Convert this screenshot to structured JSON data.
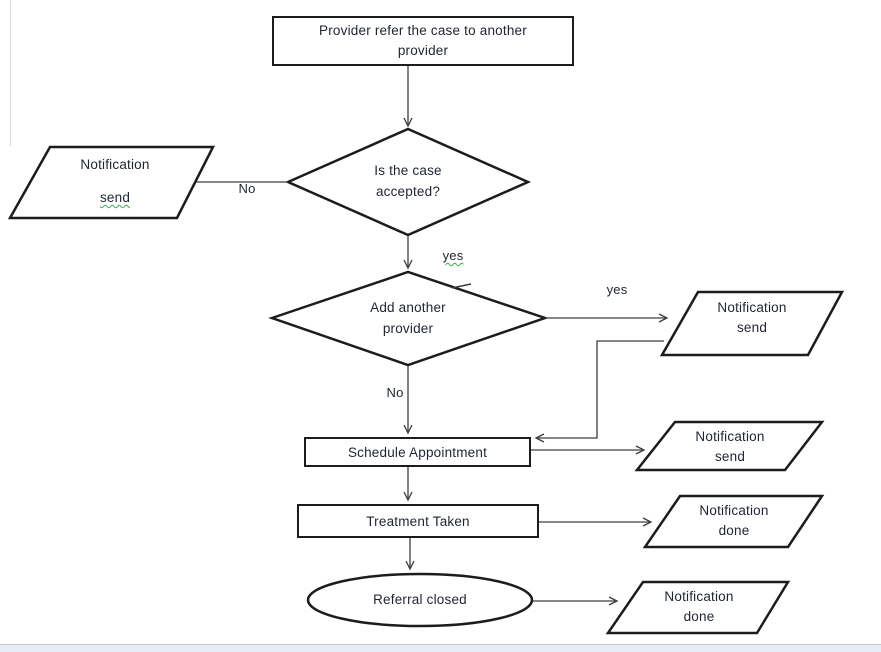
{
  "window": {
    "background": "#ffffff",
    "statusbar": {
      "background": "#e7edf5",
      "border": "#c0c9d4"
    }
  },
  "colors": {
    "shape_stroke": "#1c1c1c",
    "connector": "#3d3d3d",
    "text": "#1f2430",
    "spellcheck_underline": "#3faa4e"
  },
  "flowchart": {
    "nodes": {
      "start": {
        "type": "process-rectangle",
        "label": "Provider refer the case to another\nprovider"
      },
      "decision_accepted": {
        "type": "decision-diamond",
        "label": "Is the case\naccepted?"
      },
      "notification_send_left": {
        "type": "io-parallelogram",
        "label_line1": "Notification",
        "label_line2": "send"
      },
      "decision_add_provider": {
        "type": "decision-diamond",
        "label": "Add another\nprovider"
      },
      "notification_send_top_right": {
        "type": "io-parallelogram",
        "label": "Notification\nsend"
      },
      "schedule_appointment": {
        "type": "process-rectangle",
        "label": "Schedule Appointment"
      },
      "notification_send_middle_right": {
        "type": "io-parallelogram",
        "label": "Notification\nsend"
      },
      "treatment_taken": {
        "type": "process-rectangle",
        "label": "Treatment Taken"
      },
      "notification_done_right": {
        "type": "io-parallelogram",
        "label": "Notification\ndone"
      },
      "referral_closed": {
        "type": "terminator-ellipse",
        "label": "Referral closed"
      },
      "notification_done_bottom": {
        "type": "io-parallelogram",
        "label": "Notification\ndone"
      }
    },
    "edge_labels": {
      "no_case_rejected": "No",
      "yes_case_accepted": "yes",
      "yes_add_provider": "yes",
      "no_add_provider": "No"
    }
  }
}
